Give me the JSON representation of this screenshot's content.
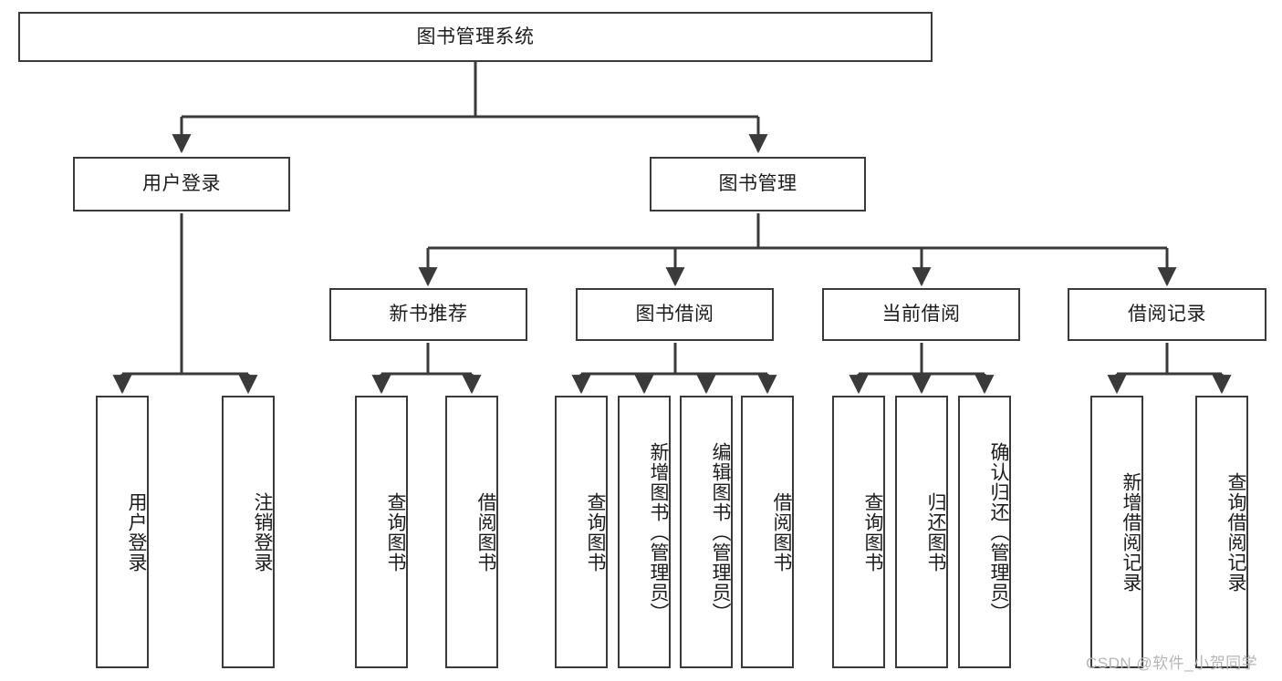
{
  "diagram": {
    "title": "图书管理系统",
    "type": "tree-hierarchy",
    "watermark": "CSDN @软件_小贺同学",
    "colors": {
      "box_border": "#3a3a3a",
      "box_fill": "#ffffff",
      "connector": "#3a3a3a",
      "text": "#1c1c1c",
      "watermark": "#b6b6b6"
    },
    "nodes": {
      "root": {
        "label": "图书管理系统",
        "level": 1
      },
      "level2": [
        {
          "id": "user-login",
          "label": "用户登录"
        },
        {
          "id": "book-management",
          "label": "图书管理"
        }
      ],
      "level3": [
        {
          "id": "new-book-recommend",
          "label": "新书推荐",
          "parent": "book-management"
        },
        {
          "id": "book-borrow",
          "label": "图书借阅",
          "parent": "book-management"
        },
        {
          "id": "current-borrow",
          "label": "当前借阅",
          "parent": "book-management"
        },
        {
          "id": "borrow-record",
          "label": "借阅记录",
          "parent": "book-management"
        }
      ],
      "leaves": {
        "user-login": [
          {
            "id": "leaf-user-login",
            "label": "用户登录"
          },
          {
            "id": "leaf-logout-login",
            "label": "注销登录"
          }
        ],
        "new-book-recommend": [
          {
            "id": "leaf-query-book-1",
            "label": "查询图书"
          },
          {
            "id": "leaf-borrow-book-1",
            "label": "借阅图书"
          }
        ],
        "book-borrow": [
          {
            "id": "leaf-query-book-2",
            "label": "查询图书"
          },
          {
            "id": "leaf-add-book",
            "label": "新增图书（管理员）"
          },
          {
            "id": "leaf-edit-book",
            "label": "编辑图书（管理员）"
          },
          {
            "id": "leaf-borrow-book-2",
            "label": "借阅图书"
          }
        ],
        "current-borrow": [
          {
            "id": "leaf-query-book-3",
            "label": "查询图书"
          },
          {
            "id": "leaf-return-book",
            "label": "归还图书"
          },
          {
            "id": "leaf-confirm-return",
            "label": "确认归还（管理员）"
          }
        ],
        "borrow-record": [
          {
            "id": "leaf-add-record",
            "label": "新增借阅记录"
          },
          {
            "id": "leaf-query-record",
            "label": "查询借阅记录"
          }
        ]
      }
    }
  }
}
